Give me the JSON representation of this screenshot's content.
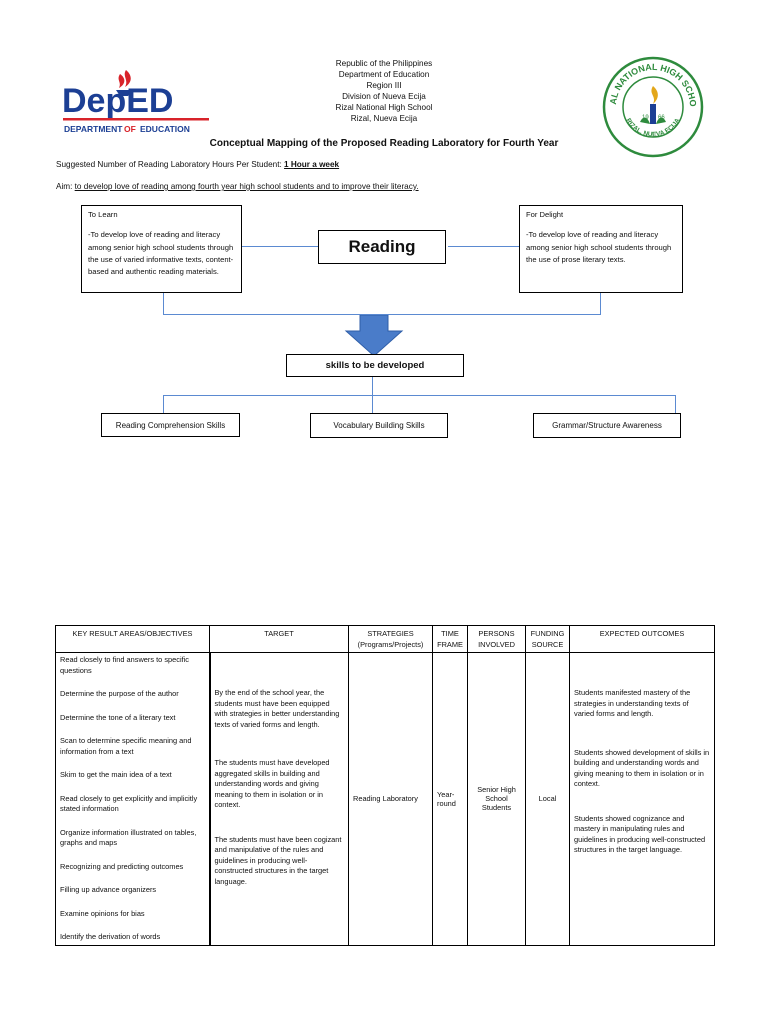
{
  "header": {
    "lines": [
      "Republic of the Philippines",
      "Department of Education",
      "Region III",
      "Division of Nueva Ecija",
      "Rizal National High School",
      "Rizal, Nueva Ecija"
    ],
    "title": "Conceptual Mapping of the Proposed Reading Laboratory for Fourth Year"
  },
  "logos": {
    "deped_main": "DepED",
    "deped_sub_a": "DEPARTMENT",
    "deped_sub_of": "OF",
    "deped_sub_b": "EDUCATION",
    "seal_name": "RIZAL NATIONAL HIGH SCHOOL",
    "seal_year_a": "19",
    "seal_year_b": "66",
    "seal_place": "RIZAL, NUEVA ECIJA",
    "colors": {
      "blue": "#1c3f94",
      "red": "#d8232a",
      "green": "#2e8b3d",
      "gold": "#e3a71b"
    }
  },
  "info": {
    "hours_label": "Suggested Number of Reading Laboratory Hours Per Student:",
    "hours_value": "1 Hour a week",
    "aim_label": "Aim:",
    "aim_value": "to develop love of reading among fourth year high school students and to improve their literacy."
  },
  "map": {
    "left_title": "To Learn",
    "left_text": "-To develop love of reading and literacy among senior high school students through the use of varied informative texts, content-based and authentic reading materials.",
    "center": "Reading",
    "right_title": "For Delight",
    "right_text": "-To develop love of reading and literacy among senior high school students through the use of prose literary texts.",
    "skills_label": "skills to be developed",
    "skills": [
      "Reading Comprehension Skills",
      "Vocabulary Building Skills",
      "Grammar/Structure Awareness"
    ]
  },
  "table": {
    "headers": [
      "KEY RESULT AREAS/OBJECTIVES",
      "TARGET",
      "STRATEGIES (Programs/Projects)",
      "TIME FRAME",
      "PERSONS INVOLVED",
      "FUNDING SOURCE",
      "EXPECTED OUTCOMES"
    ],
    "objectives": [
      "Read closely to find answers to specific questions",
      "Determine the purpose of the author",
      "Determine the tone of a literary text",
      "Scan to determine specific meaning and information from a text",
      "Skim to get the main idea of a text",
      "Read closely to get explicitly and implicitly stated information",
      "Organize information illustrated on tables, graphs and maps",
      "Recognizing and predicting outcomes",
      "Filling up advance organizers",
      "Examine opinions for bias",
      "Identify the derivation of words"
    ],
    "targets": [
      "By the end of the school year, the students must have been equipped with strategies in better understanding texts of varied forms and length.",
      "The students must have developed aggregated skills in building and understanding words and giving meaning to them in isolation or in context.",
      "The students must have been cogizant and manipulative of the rules and guidelines in producing well-constructed structures in the target language."
    ],
    "strategy": "Reading Laboratory",
    "time_frame": "Year-round",
    "persons": "Senior High School Students",
    "funding": "Local",
    "outcomes": [
      "Students manifested mastery of the strategies in understanding texts of varied forms and length.",
      "Students showed development of skills in building and understanding words and giving meaning to them in isolation or in context.",
      "Students showed cognizance and mastery in manipulating rules and guidelines in producing well-constructed structures in the target language."
    ]
  }
}
